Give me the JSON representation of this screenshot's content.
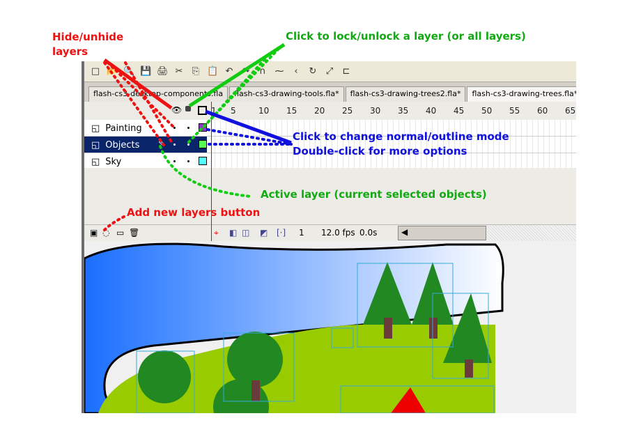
{
  "toolbar": {
    "icons": [
      "new-icon",
      "open-icon",
      "find-icon",
      "save-icon",
      "print-icon",
      "cut-icon",
      "copy-icon",
      "paste-icon",
      "undo-icon",
      "redo-icon",
      "snap-magnet-icon",
      "smooth-icon",
      "straighten-icon",
      "rotate-icon",
      "scale-icon",
      "align-icon"
    ]
  },
  "tabs": [
    {
      "label": "flash-cs3-desktop-components.fla"
    },
    {
      "label": "flash-cs3-drawing-tools.fla*"
    },
    {
      "label": "flash-cs3-drawing-trees2.fla*"
    },
    {
      "label": "flash-cs3-drawing-trees.fla*",
      "active": true
    }
  ],
  "ruler": [
    "1",
    "5",
    "10",
    "15",
    "20",
    "25",
    "30",
    "35",
    "40",
    "45",
    "50",
    "55",
    "60",
    "65"
  ],
  "layers": [
    {
      "name": "Painting",
      "color": "#9933cc",
      "selected": false
    },
    {
      "name": "Objects",
      "color": "#55ff55",
      "selected": true
    },
    {
      "name": "Sky",
      "color": "#55ffff",
      "selected": false
    }
  ],
  "status": {
    "frame": "1",
    "fps": "12.0 fps",
    "time": "0.0s"
  },
  "annotations": {
    "hide": "Hide/unhide\nlayers",
    "lock": "Click to lock/unlock a layer (or all layers)",
    "outline1": "Click to change normal/outline mode",
    "outline2": "Double-click for more options",
    "active": "Active layer (current selected objects)",
    "addlayer": "Add new layers button"
  },
  "colors": {
    "red": "#ee1111",
    "green": "#11aa11",
    "blue": "#1111dd",
    "selection": "#0a246a"
  }
}
